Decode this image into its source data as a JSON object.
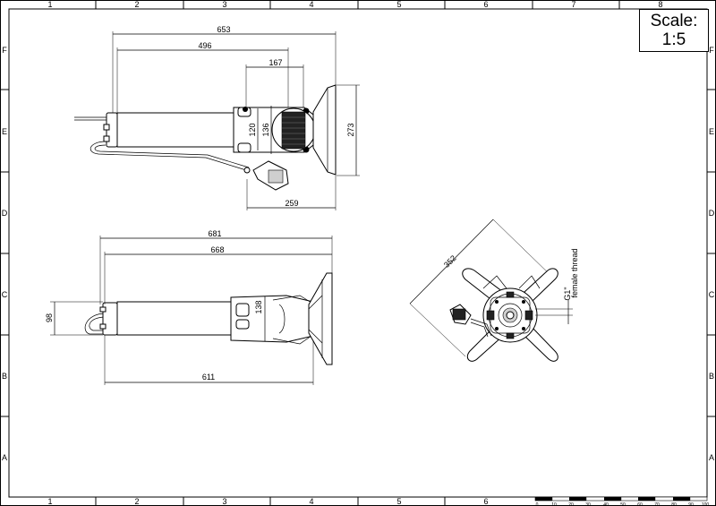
{
  "scale": {
    "title": "Scale:",
    "value": "1:5"
  },
  "grid": {
    "columns": [
      "1",
      "2",
      "3",
      "4",
      "5",
      "6",
      "7",
      "8"
    ],
    "rows": [
      "F",
      "E",
      "D",
      "C",
      "B",
      "A"
    ]
  },
  "scale_bar": {
    "ticks": [
      "0",
      "10",
      "20",
      "30",
      "40",
      "50",
      "60",
      "70",
      "80",
      "90",
      "100"
    ]
  },
  "top_view": {
    "dims": {
      "overall": "653",
      "body": "496",
      "head": "167",
      "h1": "120",
      "h2": "136",
      "flange": "273",
      "depth": "259"
    }
  },
  "side_view": {
    "dims": {
      "overall": "681",
      "main": "668",
      "height": "98",
      "head_h": "138",
      "lower": "611"
    }
  },
  "end_view": {
    "dims": {
      "diagonal": "352"
    },
    "thread": {
      "size": "G1\"",
      "note": "female thread"
    }
  }
}
